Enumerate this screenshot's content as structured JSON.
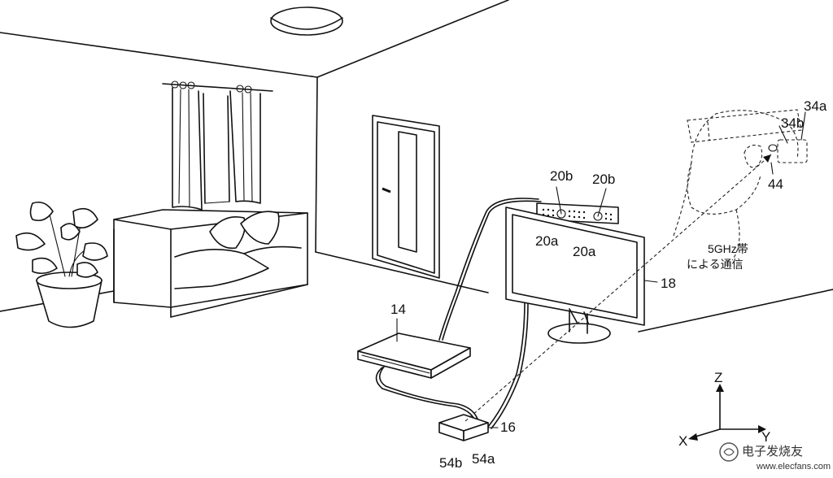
{
  "labels": {
    "camera_top_left": "20b",
    "camera_top_right": "20b",
    "camera_bottom_left": "20a",
    "camera_bottom_right": "20a",
    "display": "18",
    "console": "14",
    "relay": "16",
    "relay_port_a": "54a",
    "relay_port_b": "54b",
    "hmd_a": "34a",
    "hmd_b": "34b",
    "hmd_44": "44",
    "wireless_line1": "5GHz帯",
    "wireless_line2": "による通信"
  },
  "axes": {
    "z": "Z",
    "y": "Y",
    "x": "X"
  },
  "watermark": {
    "cn": "电子发烧友",
    "url": "www.elecfans.com"
  }
}
